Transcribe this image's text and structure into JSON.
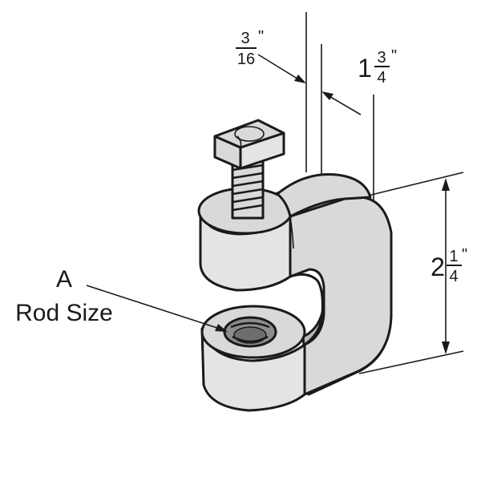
{
  "labels": {
    "rod_letter": "A",
    "rod_text": "Rod Size"
  },
  "dimensions": {
    "thickness": {
      "numerator": "3",
      "denominator": "16",
      "inch_mark": "\""
    },
    "width": {
      "whole": "1",
      "numerator": "3",
      "denominator": "4",
      "inch_mark": "\""
    },
    "height": {
      "whole": "2",
      "numerator": "1",
      "denominator": "4",
      "inch_mark": "\""
    }
  },
  "colors": {
    "body_fill": "#d9d9d9",
    "line": "#1a1a1a",
    "background": "#ffffff"
  }
}
